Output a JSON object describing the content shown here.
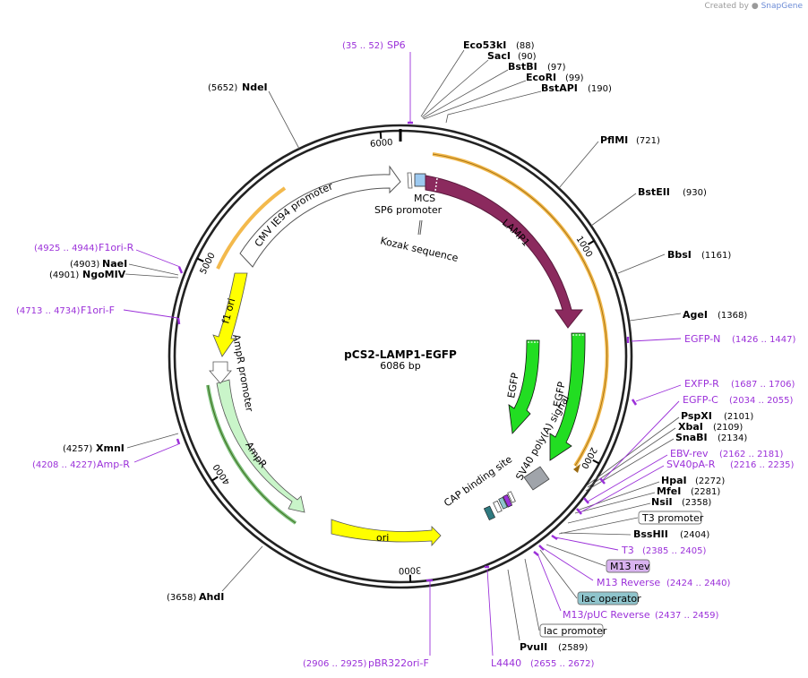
{
  "credit": {
    "created_by": "Created by",
    "brand": "SnapGene"
  },
  "plasmid": {
    "name": "pCS2-LAMP1-EGFP",
    "size": "6086 bp",
    "total_bp": 6086
  },
  "ticks": [
    "1000",
    "2000",
    "3000",
    "4000",
    "5000",
    "6000"
  ],
  "sites": [
    {
      "id": "eco53ki",
      "name": "Eco53kI",
      "pos": "(88)",
      "bp": 88
    },
    {
      "id": "saci",
      "name": "SacI",
      "pos": "(90)",
      "bp": 90
    },
    {
      "id": "bstbi",
      "name": "BstBI",
      "pos": "(97)",
      "bp": 97
    },
    {
      "id": "ecori",
      "name": "EcoRI",
      "pos": "(99)",
      "bp": 99
    },
    {
      "id": "bstapi",
      "name": "BstAPI",
      "pos": "(190)",
      "bp": 190
    },
    {
      "id": "pflmi",
      "name": "PflMI",
      "pos": "(721)",
      "bp": 721
    },
    {
      "id": "bsteii",
      "name": "BstEII",
      "pos": "(930)",
      "bp": 930
    },
    {
      "id": "bbsi",
      "name": "BbsI",
      "pos": "(1161)",
      "bp": 1161
    },
    {
      "id": "agei",
      "name": "AgeI",
      "pos": "(1368)",
      "bp": 1368
    },
    {
      "id": "pspxi",
      "name": "PspXI",
      "pos": "(2101)",
      "bp": 2101
    },
    {
      "id": "xbai",
      "name": "XbaI",
      "pos": "(2109)",
      "bp": 2109
    },
    {
      "id": "snabi",
      "name": "SnaBI",
      "pos": "(2134)",
      "bp": 2134
    },
    {
      "id": "hpai",
      "name": "HpaI",
      "pos": "(2272)",
      "bp": 2272
    },
    {
      "id": "mfei",
      "name": "MfeI",
      "pos": "(2281)",
      "bp": 2281
    },
    {
      "id": "nsii",
      "name": "NsiI",
      "pos": "(2358)",
      "bp": 2358
    },
    {
      "id": "bsshii",
      "name": "BssHII",
      "pos": "(2404)",
      "bp": 2404
    },
    {
      "id": "pvuii",
      "name": "PvuII",
      "pos": "(2589)",
      "bp": 2589
    },
    {
      "id": "ahdi",
      "name": "AhdI",
      "pos": "(3658)",
      "bp": 3658
    },
    {
      "id": "xmni",
      "name": "XmnI",
      "pos": "(4257)",
      "bp": 4257
    },
    {
      "id": "ngomiv",
      "name": "NgoMIV",
      "pos": "(4901)",
      "bp": 4901
    },
    {
      "id": "naei",
      "name": "NaeI",
      "pos": "(4903)",
      "bp": 4903
    },
    {
      "id": "ndei",
      "name": "NdeI",
      "pos": "(5652)",
      "bp": 5652
    }
  ],
  "primers": [
    {
      "id": "sp6",
      "name": "SP6",
      "pos": "(35 .. 52)",
      "bp": 43
    },
    {
      "id": "egfp-n",
      "name": "EGFP-N",
      "pos": "(1426 .. 1447)",
      "bp": 1436
    },
    {
      "id": "exfp-r",
      "name": "EXFP-R",
      "pos": "(1687 .. 1706)",
      "bp": 1696
    },
    {
      "id": "egfp-c",
      "name": "EGFP-C",
      "pos": "(2034 .. 2055)",
      "bp": 2044
    },
    {
      "id": "ebv-rev",
      "name": "EBV-rev",
      "pos": "(2162 .. 2181)",
      "bp": 2171
    },
    {
      "id": "sv40pa-r",
      "name": "SV40pA-R",
      "pos": "(2216 .. 2235)",
      "bp": 2225
    },
    {
      "id": "t3",
      "name": "T3",
      "pos": "(2385 .. 2405)",
      "bp": 2395
    },
    {
      "id": "m13-reverse",
      "name": "M13 Reverse",
      "pos": "(2424 .. 2440)",
      "bp": 2432
    },
    {
      "id": "m13-puc-reverse",
      "name": "M13/pUC Reverse",
      "pos": "(2437 .. 2459)",
      "bp": 2448
    },
    {
      "id": "l4440",
      "name": "L4440",
      "pos": "(2655 .. 2672)",
      "bp": 2663
    },
    {
      "id": "pbr322ori-f",
      "name": "pBR322ori-F",
      "pos": "(2906 .. 2925)",
      "bp": 2915
    },
    {
      "id": "amp-r",
      "name": "Amp-R",
      "pos": "(4208 .. 4227)",
      "bp": 4217
    },
    {
      "id": "f1ori-f",
      "name": "F1ori-F",
      "pos": "(4713 .. 4734)",
      "bp": 4723
    },
    {
      "id": "f1ori-r",
      "name": "F1ori-R",
      "pos": "(4925 .. 4944)",
      "bp": 4934
    }
  ],
  "boxed_labels": [
    {
      "id": "t3-promoter",
      "label": "T3 promoter",
      "color": "#ffffff"
    },
    {
      "id": "m13-rev",
      "label": "M13 rev",
      "color": "#d9b3f0"
    },
    {
      "id": "lac-operator",
      "label": "lac operator",
      "color": "#8fc4cc"
    },
    {
      "id": "lac-promoter",
      "label": "lac promoter",
      "color": "#ffffff"
    }
  ],
  "features": [
    {
      "id": "cmv-ie94-promoter",
      "label": "CMV IE94 promoter",
      "color": "#ffffff"
    },
    {
      "id": "sp6-promoter",
      "label": "SP6 promoter",
      "color": "#ffffff"
    },
    {
      "id": "mcs",
      "label": "MCS",
      "color": "#9cc9f0"
    },
    {
      "id": "kozak",
      "label": "Kozak sequence",
      "color": "#ffffff"
    },
    {
      "id": "lamp1",
      "label": "LAMP1",
      "color": "#8b2a5e"
    },
    {
      "id": "egfp-1",
      "label": "EGFP",
      "color": "#22dd22"
    },
    {
      "id": "egfp-2",
      "label": "EGFP",
      "color": "#22dd22"
    },
    {
      "id": "sv40-polya",
      "label": "SV40 poly(A) signal",
      "color": "#a0a4aa"
    },
    {
      "id": "cap-site",
      "label": "CAP binding site",
      "color": "#2f7a80"
    },
    {
      "id": "ori",
      "label": "ori",
      "color": "#ffff00"
    },
    {
      "id": "ampr",
      "label": "AmpR",
      "color": "#c9f5c9"
    },
    {
      "id": "ampr-promoter",
      "label": "AmpR promoter",
      "color": "#ffffff"
    },
    {
      "id": "f1-ori",
      "label": "f1 ori",
      "color": "#ffff00"
    }
  ],
  "colors": {
    "primer": "#9b30d9",
    "orf": "#f3b94c",
    "backbone": "#222222"
  }
}
